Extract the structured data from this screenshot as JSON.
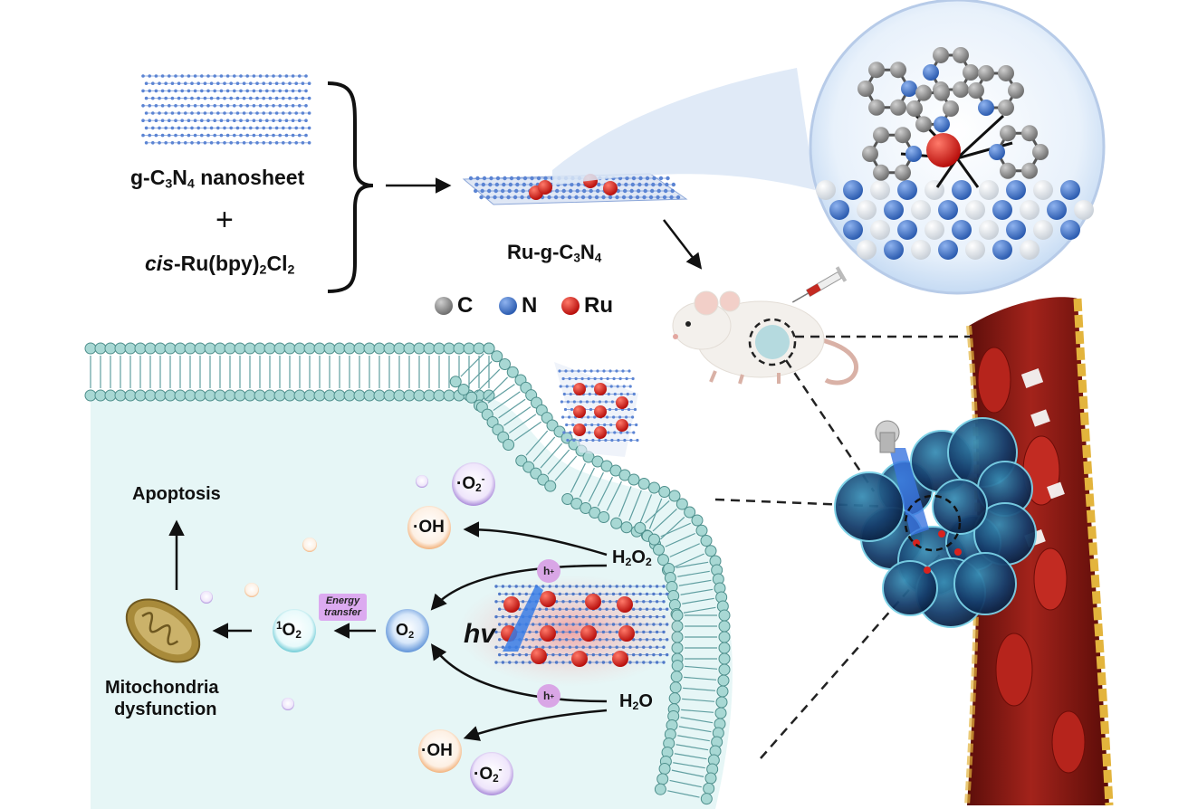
{
  "labels": {
    "nanosheet": "g-C",
    "nanosheet_sub3": "3",
    "nanosheet_N": "N",
    "nanosheet_sub4": "4",
    "nanosheet_tail": " nanosheet",
    "plus": "+",
    "complex_italic": "cis",
    "complex_tail": "-Ru(bpy)",
    "complex_sub2a": "2",
    "complex_Cl": "Cl",
    "complex_sub2b": "2",
    "product_head": "Ru-g-C",
    "product_sub3": "3",
    "product_N": "N",
    "product_sub4": "4",
    "legend_c": "C",
    "legend_n": "N",
    "legend_ru": "Ru",
    "apoptosis": "Apoptosis",
    "mito_line1": "Mitochondria",
    "mito_line2": "dysfunction",
    "energy_line1": "Energy",
    "energy_line2": "transfer",
    "hv": "hv",
    "h2o2_H": "H",
    "h2o2_sub1": "2",
    "h2o2_O": "O",
    "h2o2_sub2": "2",
    "h2o_H": "H",
    "h2o_sub": "2",
    "h2o_O": "O",
    "hole": "h",
    "hole_sup": "+",
    "oh": "OH",
    "o2rad": "O",
    "o2rad_sub": "2",
    "o2rad_sup": "-",
    "o2": "O",
    "o2_sub": "2",
    "singlet_sup": "1",
    "singlet": "O",
    "singlet_sub": "2"
  },
  "colors": {
    "carbon": "#9a9a9a",
    "nitrogen": "#3c6fc4",
    "ruthenium": "#d8221e",
    "membrane_head": "#a8d8d4",
    "cytoplasm": "#e6f6f6",
    "vessel": "#8e1a14",
    "tumor": "#1f4a7a",
    "hole_badge": "#d9a6e6"
  },
  "icons": [
    "brace-icon",
    "syringe-icon",
    "mouse-icon",
    "tumor-icon",
    "blood-vessel-icon",
    "mitochondria-icon",
    "laser-icon"
  ]
}
